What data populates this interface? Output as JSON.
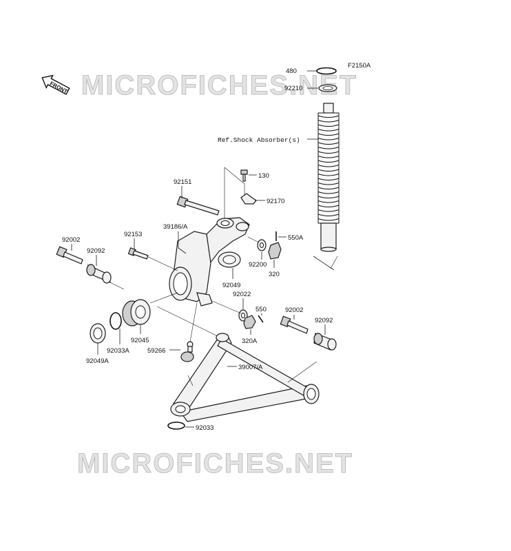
{
  "diagram_code": "F2150A",
  "watermark": "MICROFICHES.NET",
  "front_tag": "FRONT",
  "ref_label": "Ref.Shock Absorber(s)",
  "parts": {
    "p480": "480",
    "p92210": "92210",
    "p130": "130",
    "p92151": "92151",
    "p92170": "92170",
    "p39186A": "39186/A",
    "p550A": "550A",
    "p92153": "92153",
    "p92002_left": "92002",
    "p92092_left": "92092",
    "p92200": "92200",
    "p320": "320",
    "p92049": "92049",
    "p92022": "92022",
    "p550": "550",
    "p92002_right": "92002",
    "p92092_right": "92092",
    "p320A": "320A",
    "p92045": "92045",
    "p92033A": "92033A",
    "p92049A": "92049A",
    "p59266": "59266",
    "p39007A": "39007/A",
    "p92033": "92033"
  }
}
